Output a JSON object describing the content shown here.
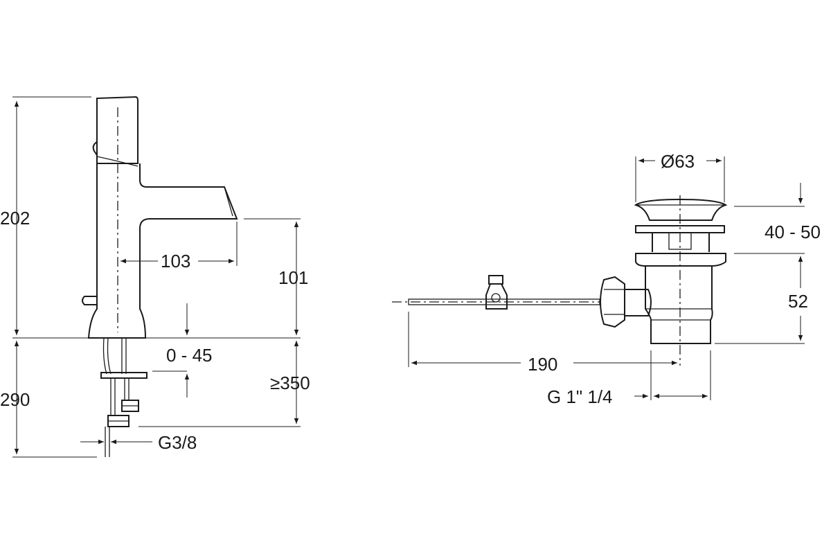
{
  "dimensions": {
    "faucet_height": "202",
    "spout_reach": "103",
    "spout_height": "101",
    "deck_thickness": "0 - 45",
    "flex_hose_length": "≥350",
    "supply_depth": "290",
    "supply_thread": "G3/8",
    "drain_diameter": "Ø63",
    "drain_adjust": "40 - 50",
    "drain_body_height": "52",
    "rod_length": "190",
    "drain_thread": "G 1\" 1/4"
  },
  "colors": {
    "line": "#1a1a1a",
    "background": "#ffffff"
  }
}
